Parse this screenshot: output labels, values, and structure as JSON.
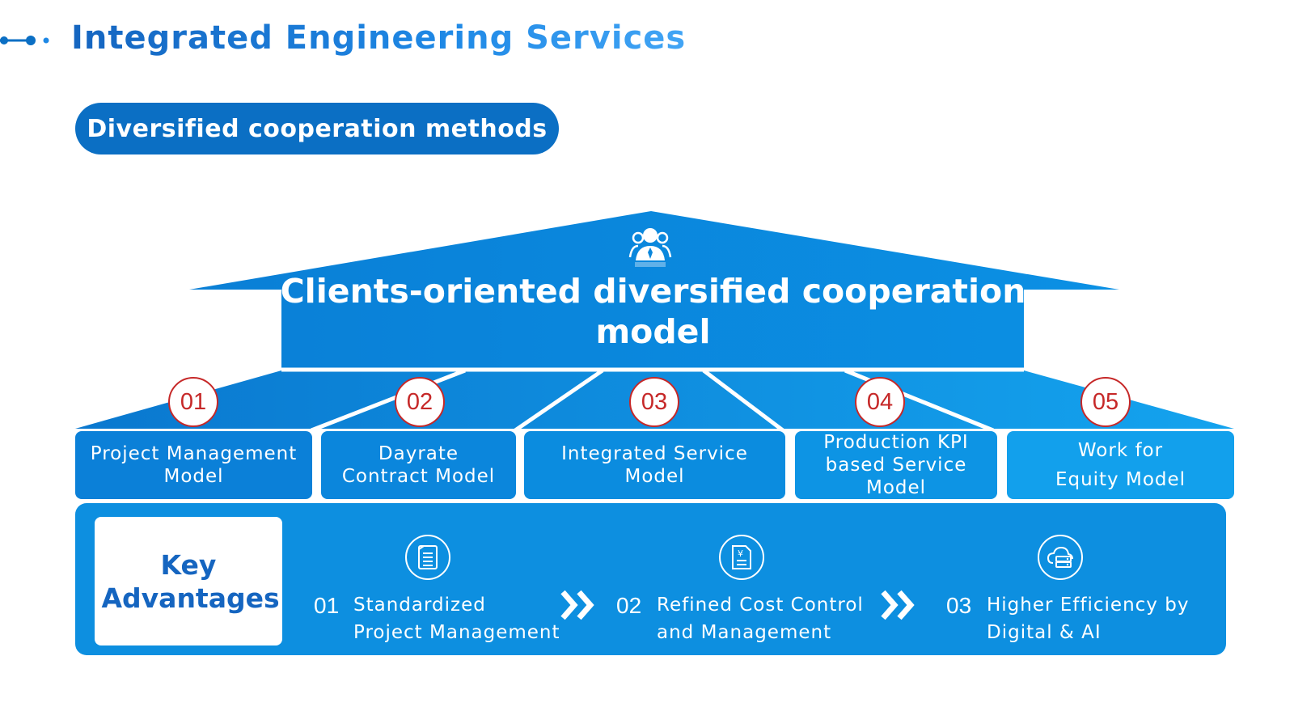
{
  "header": {
    "title": "Integrated Engineering Services",
    "subtitle_pill": "Diversified cooperation methods"
  },
  "roof": {
    "title": "Clients-oriented diversified cooperation model",
    "icon": "business-person-icon"
  },
  "models": [
    {
      "number": "01",
      "label": "Project Management Model"
    },
    {
      "number": "02",
      "label": "Dayrate Contract Model"
    },
    {
      "number": "03",
      "label": "Integrated Service Model"
    },
    {
      "number": "04",
      "label": "Production KPI based Service Model"
    },
    {
      "number": "05",
      "label": "Work for Equity Model"
    }
  ],
  "advantages": {
    "heading": "Key Advantages",
    "items": [
      {
        "number": "01",
        "text": "Standardized Project Management",
        "icon": "document-list-icon"
      },
      {
        "number": "02",
        "text": "Refined Cost Control and Management",
        "icon": "yuan-document-icon"
      },
      {
        "number": "03",
        "text": "Higher Efficiency by Digital & AI",
        "icon": "cloud-server-icon"
      }
    ]
  },
  "colors": {
    "primary": "#0b6fc4",
    "roof": "#0a86dc",
    "panel": "#0d8fe0",
    "badge_red": "#c62828",
    "title_gradient": [
      "#1565c0",
      "#42a5f5"
    ]
  }
}
